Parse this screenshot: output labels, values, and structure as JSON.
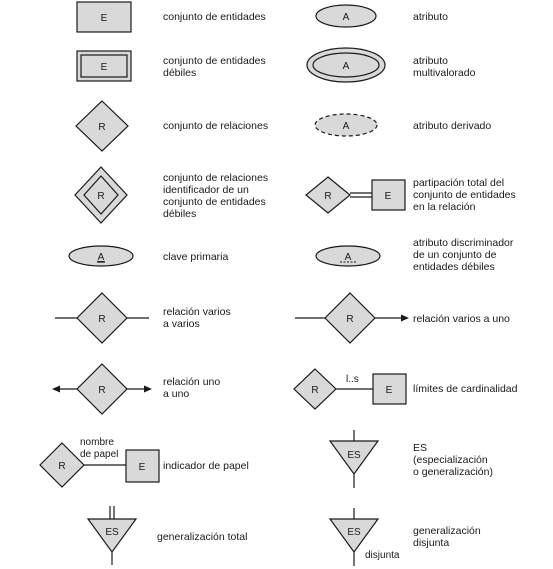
{
  "legend": {
    "entity": {
      "symbol": "E",
      "desc": [
        "conjunto de entidades"
      ]
    },
    "attribute": {
      "symbol": "A",
      "desc": [
        "atributo"
      ]
    },
    "weak_entity": {
      "symbol": "E",
      "desc": [
        "conjunto de entidades",
        "débiles"
      ]
    },
    "multivalued": {
      "symbol": "A",
      "desc": [
        "atributo",
        "multivalorado"
      ]
    },
    "relationship": {
      "symbol": "R",
      "desc": [
        "conjunto de relaciones"
      ]
    },
    "derived": {
      "symbol": "A",
      "desc": [
        "atributo derivado"
      ]
    },
    "identifying_rel": {
      "symbol": "R",
      "desc": [
        "conjunto de relaciones",
        "identificador de un",
        "conjunto de entidades",
        "débiles"
      ]
    },
    "total_participation": {
      "symbol_r": "R",
      "symbol_e": "E",
      "desc": [
        "partipación total del",
        "conjunto de entidades",
        "en la relación"
      ]
    },
    "primary_key": {
      "symbol": "A",
      "desc": [
        "clave primaria"
      ]
    },
    "discriminator": {
      "symbol": "A",
      "desc": [
        "atributo discriminador",
        "de un conjunto de",
        "entidades débiles"
      ]
    },
    "many_to_many": {
      "symbol": "R",
      "desc": [
        "relación varios",
        "a varios"
      ]
    },
    "many_to_one": {
      "symbol": "R",
      "desc": [
        "relación varios a uno"
      ]
    },
    "one_to_one": {
      "symbol": "R",
      "desc": [
        "relación uno",
        "a uno"
      ]
    },
    "cardinality": {
      "symbol_r": "R",
      "symbol_e": "E",
      "range": "l..s",
      "desc": [
        "límites de cardinalidad"
      ]
    },
    "role": {
      "symbol_r": "R",
      "symbol_e": "E",
      "role_name": [
        "nombre",
        "de papel"
      ],
      "desc": [
        "indicador de papel"
      ]
    },
    "isa": {
      "symbol": "ES",
      "desc": [
        "ES",
        "(especialización",
        "o generalización)"
      ]
    },
    "total_generalization": {
      "symbol": "ES",
      "desc": [
        "generalización total"
      ]
    },
    "disjoint": {
      "symbol": "ES",
      "label": "disjunta",
      "desc": [
        "generalización",
        "disjunta"
      ]
    }
  }
}
